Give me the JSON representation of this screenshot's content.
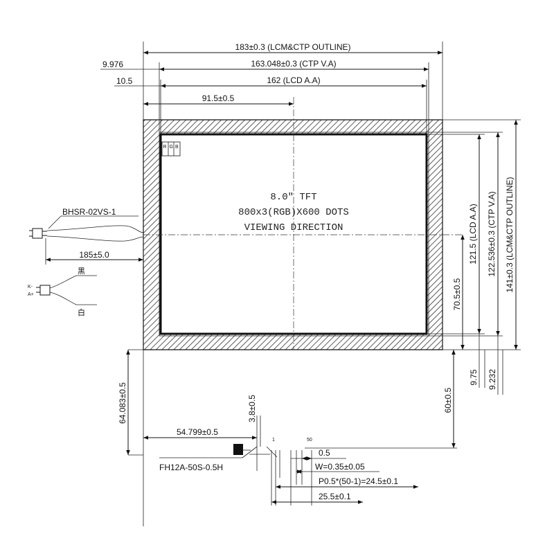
{
  "dimensions": {
    "top_outline": "183±0.3 (LCM&CTP OUTLINE)",
    "top_ctp_va": "163.048±0.3 (CTP V.A)",
    "top_lcd_aa": "162 (LCD A.A)",
    "top_half": "91.5±0.5",
    "left_offset_ctp": "9.976",
    "left_offset_lcd": "10.5",
    "right_lcd_aa": "121.5 (LCD A.A)",
    "right_ctp_va": "122.536±0.3 (CTP V.A)",
    "right_outline": "141±0.3 (LCM&CTP OUTLINE)",
    "right_half": "70.5±0.5",
    "bottom_975": "9.75",
    "bottom_9232": "9.232",
    "fpc_60": "60±0.5",
    "fpc_64083": "64.083±0.5",
    "fpc_54799": "54.799±0.5",
    "fpc_38": "3.8±0.5",
    "cable_185": "185±5.0",
    "pitch_05": "0.5",
    "width_w": "W=0.35±0.05",
    "pitch_p": "P0.5*(50-1)=24.5±0.1",
    "total_255": "25.5±0.1"
  },
  "panel": {
    "line1": "8.0″ TFT",
    "line2": "800x3(RGB)X600 DOTS",
    "line3": "VIEWING DIRECTION",
    "rgb_r": "R",
    "rgb_g": "G",
    "rgb_b": "B"
  },
  "connectors": {
    "touch_connector": "BHSR-02VS-1",
    "fpc_connector": "FH12A-50S-0.5H",
    "backlight_k": "K-",
    "backlight_a": "A+",
    "wire_black": "黑",
    "wire_white": "白",
    "pin_1": "1",
    "pin_50": "50"
  }
}
